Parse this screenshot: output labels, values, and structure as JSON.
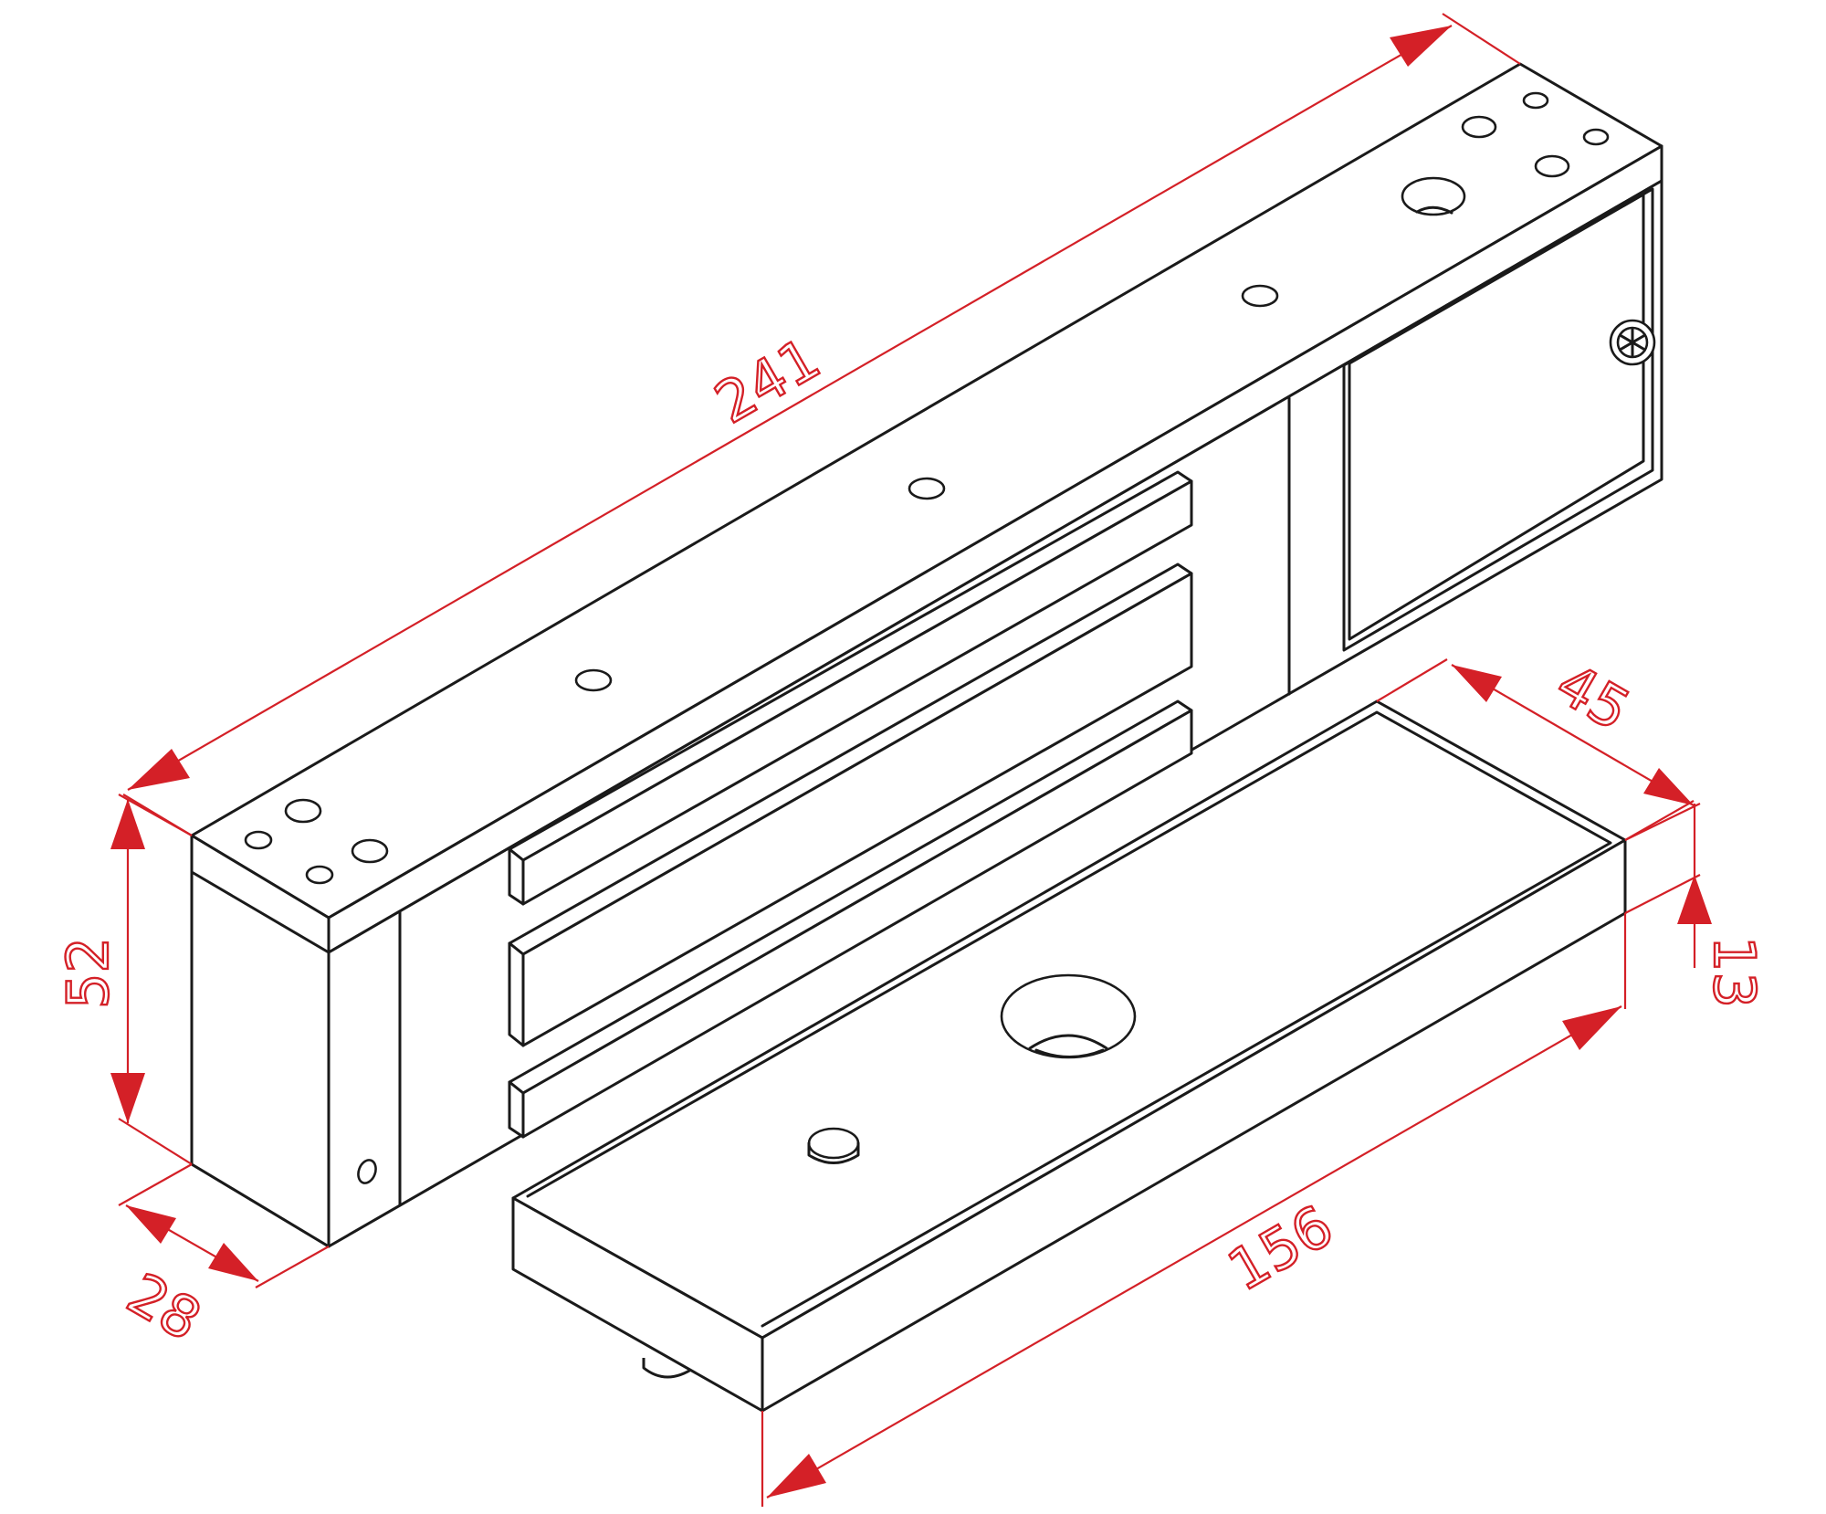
{
  "dimensions": {
    "overall_length": "241",
    "height": "52",
    "depth": "28",
    "plate_width": "45",
    "plate_thickness": "13",
    "plate_length": "156"
  },
  "colors": {
    "line": "#1a1a1a",
    "dimension": "#d42027",
    "background": "#ffffff"
  }
}
